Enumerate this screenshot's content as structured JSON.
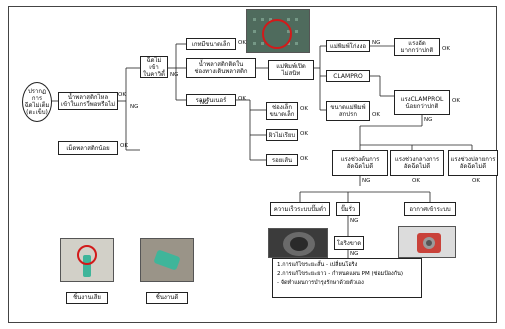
{
  "nodes": {
    "start": "ปรากฏการ\nฉีดไม่เต็ม\n(ตะเข็บ)",
    "plastic_enough": "น้ำพลาสติกไหล\nเข้าในเกรวี่พอหรือไม่",
    "plastic_less": "เม็ดพลาสติกน้อย",
    "inject_not_in": "ฉีดไม่เข้า\nในคาวิตี้",
    "gate_small": "เกทมีขนาดเล็ก",
    "block_runner": "น้ำพลาสติกติดใน\nช่องทางเดินพลาสติก",
    "runner_clog": "รอยรันเนอร์",
    "hole_small": "ช่องเล็ก\nขนาดเล็ก",
    "air_vent": "ผิวไม่เรียบ",
    "cut_part": "รอยเส้น",
    "mold_open": "แม่พิมพ์เปิด\nไม่สนิท",
    "mold_tight": "แม่พิมพ์โก่งงอ",
    "clampro": "CLAMPRO",
    "mold_gap": "ขนาดแม่พิมพ์\nสกปรก",
    "clamp_tight": "แรงอัด\nมากกว่าปกติ",
    "clamp_low": "แรงCLAMPROL\nน้อยกว่าปกติ",
    "force_a": "แรงช่วงต้นการ\nอัดฉีดไม่ดี",
    "force_b": "แรงช่วงกลางการ\nอัดฉีดไม่ดี",
    "force_c": "แรงช่วงปลายการ\nอัดฉีดไม่ดี",
    "check_pump": "ความเร็วระบบปั๊มต่ำ",
    "pump_leak": "ปั๊มรั่ว",
    "oil_leak": "อากาศเข้าระบบ",
    "oil_seal": "โอริงขาด"
  },
  "edge_labels": {
    "ok": "OK",
    "ng": "NG"
  },
  "notes": [
    "1.การแก้ไขระยะสั้น   - เปลี่ยนโอริง",
    "2.การแก้ไขระยะยาว   - กำหนดแผน PM (ซ่อมป้องกัน)",
    "                              - จัดทำแผนการบำรุงรักษาด้วยตัวเอง"
  ],
  "captions": {
    "bad": "ชิ้นงานเสีย",
    "good": "ชิ้นงานดี"
  },
  "colors": {
    "highlight": "#d21a1a",
    "part": "#3fb59a"
  }
}
